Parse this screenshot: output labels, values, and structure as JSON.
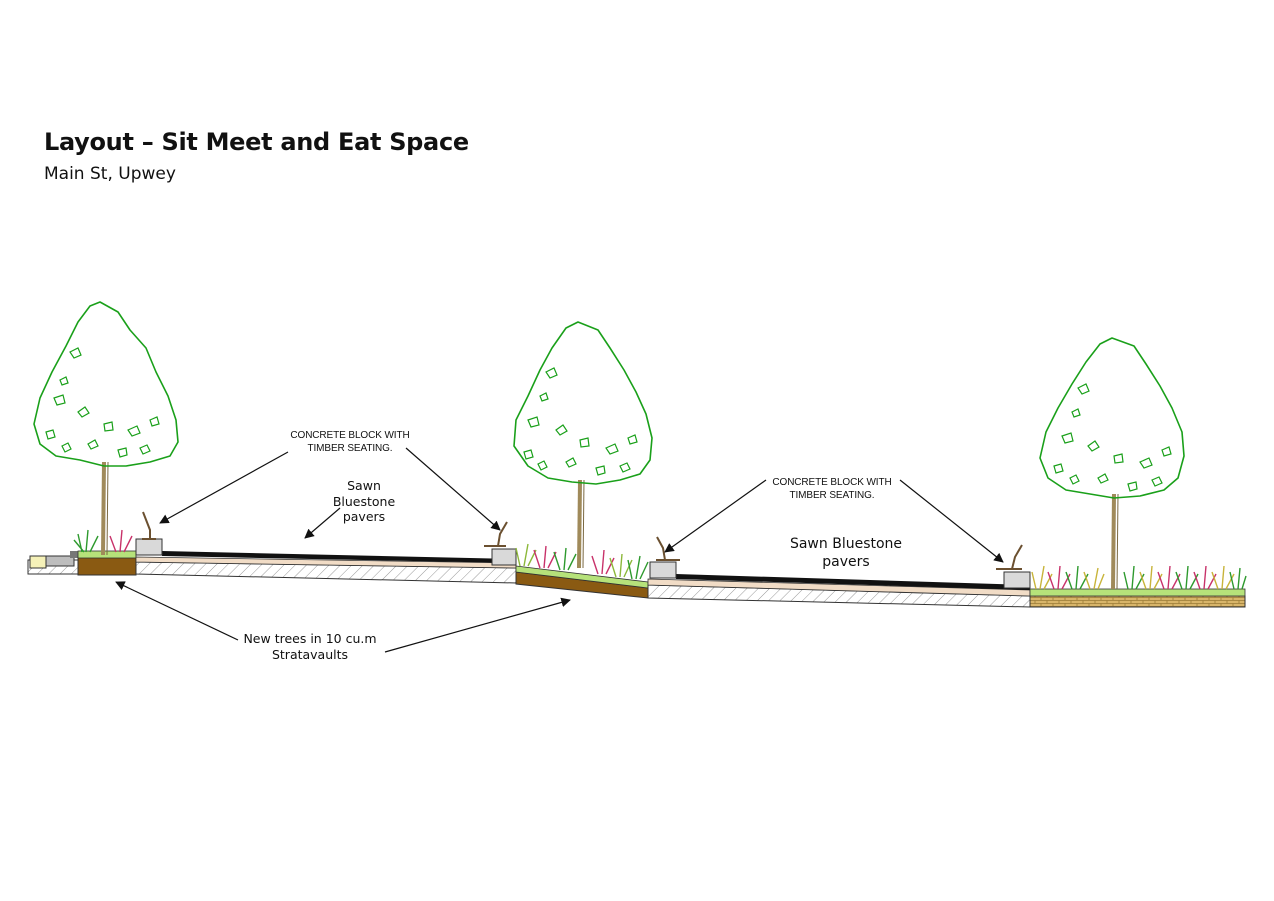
{
  "header": {
    "title": "Layout – Sit Meet and Eat Space",
    "subtitle": "Main St, Upwey"
  },
  "labels": {
    "seating_left": "CONCRETE BLOCK WITH TIMBER SEATING.",
    "seating_right": "CONCRETE BLOCK WITH TIMBER SEATING.",
    "pavers_left": "Sawn Bluestone pavers",
    "pavers_right": "Sawn Bluestone pavers",
    "trees": "New trees in 10 cu.m Stratavaults"
  },
  "colors": {
    "foliage": "#1aa01a",
    "trunk": "#a08a5a",
    "soil": "#8a5a12",
    "grass": "#b6e27a",
    "paving": "#111111",
    "base": "#f1dcc6",
    "concrete": "#d9d9d9",
    "plant_red": "#c8326a",
    "plant_green": "#2e9a2e"
  }
}
